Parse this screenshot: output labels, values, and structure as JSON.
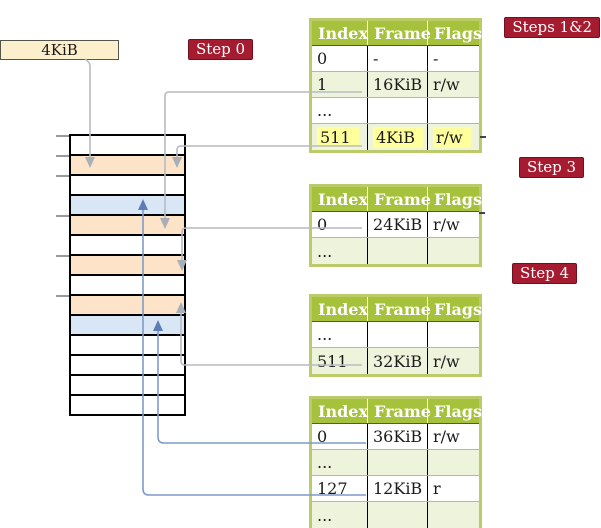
{
  "title": "Multilevel page table translation diagram",
  "colors": {
    "accent_red": "#a51c30",
    "table_header_green": "#a6c13c",
    "table_row_green": "#eef3dc",
    "frame_pagetable_orange": "#fde3c8",
    "frame_data_blue": "#d9e6f5",
    "highlight_yellow": "#ffff9c",
    "note_cream": "#fcefcc",
    "arrow_gray": "#b6bcc1",
    "arrow_blue": "#7f9cca"
  },
  "frame_size_label": "4KiB",
  "step_labels": {
    "step0": "Step 0",
    "steps12": "Steps 1&2",
    "step3": "Step 3",
    "step4": "Step 4"
  },
  "memory_column": {
    "rows": [
      "free",
      "pagetable",
      "free",
      "data",
      "pagetable",
      "free",
      "pagetable",
      "free",
      "pagetable",
      "data",
      "free",
      "free",
      "free",
      "free"
    ],
    "ticks": [
      0,
      20,
      40,
      80,
      120,
      160
    ]
  },
  "page_tables": [
    {
      "name": "table-steps-1-2",
      "headers": [
        "Index",
        "Frame",
        "Flags"
      ],
      "rows": [
        {
          "cells": [
            "0",
            "-",
            "-"
          ],
          "highlight": false
        },
        {
          "cells": [
            "1",
            "16KiB",
            "r/w"
          ],
          "highlight": false
        },
        {
          "cells": [
            "...",
            "",
            ""
          ],
          "highlight": false
        },
        {
          "cells": [
            "511",
            "4KiB",
            "r/w"
          ],
          "highlight": true
        }
      ]
    },
    {
      "name": "table-step-3",
      "headers": [
        "Index",
        "Frame",
        "Flags"
      ],
      "rows": [
        {
          "cells": [
            "0",
            "24KiB",
            "r/w"
          ],
          "highlight": false
        },
        {
          "cells": [
            "...",
            "",
            ""
          ],
          "highlight": false
        }
      ]
    },
    {
      "name": "table-step-4",
      "headers": [
        "Index",
        "Frame",
        "Flags"
      ],
      "rows": [
        {
          "cells": [
            "...",
            "",
            ""
          ],
          "highlight": false
        },
        {
          "cells": [
            "511",
            "32KiB",
            "r/w"
          ],
          "highlight": false
        }
      ]
    },
    {
      "name": "table-final-level",
      "headers": [
        "Index",
        "Frame",
        "Flags"
      ],
      "rows": [
        {
          "cells": [
            "0",
            "36KiB",
            "r/w"
          ],
          "highlight": false
        },
        {
          "cells": [
            "...",
            "",
            ""
          ],
          "highlight": false
        },
        {
          "cells": [
            "127",
            "12KiB",
            "r"
          ],
          "highlight": false
        },
        {
          "cells": [
            "...",
            "",
            ""
          ],
          "highlight": false
        }
      ]
    }
  ]
}
